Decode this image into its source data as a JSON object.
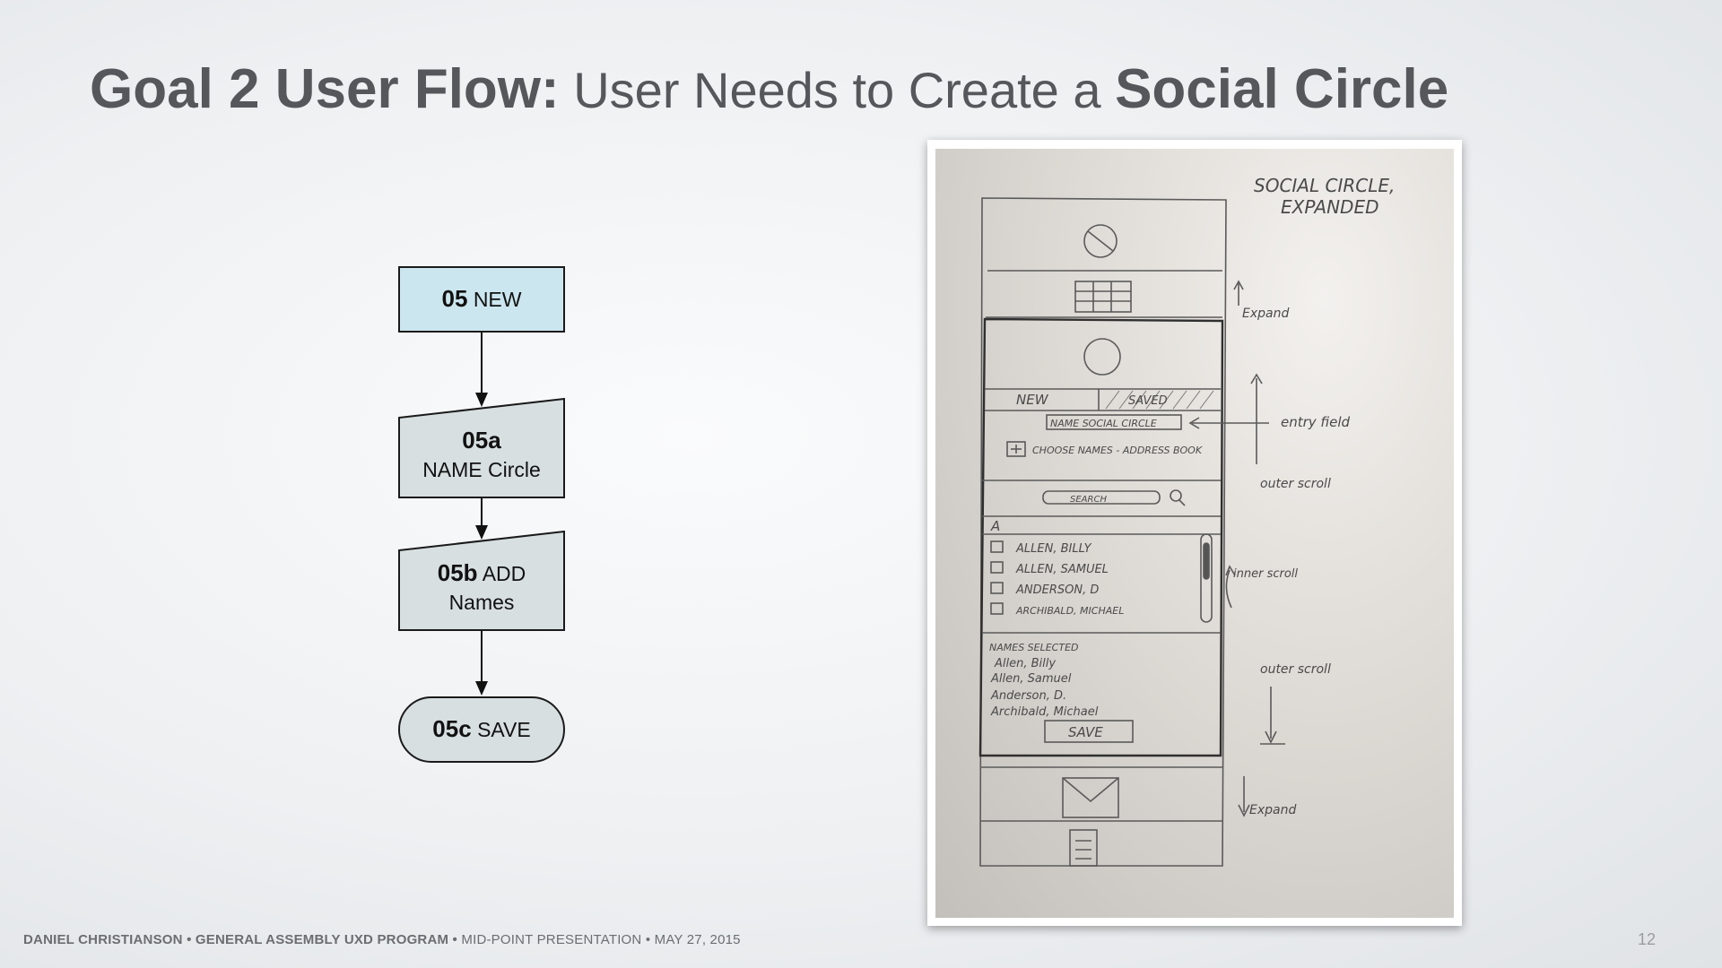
{
  "title": {
    "strong": "Goal 2 User Flow:",
    "light": " User Needs to Create a ",
    "emph": "Social Circle"
  },
  "flow": {
    "nodes": [
      {
        "code": "05",
        "text": "NEW"
      },
      {
        "code": "05a",
        "text": "NAME Circle"
      },
      {
        "code": "05b",
        "text": "ADD"
      },
      {
        "code": "05c",
        "text": "SAVE"
      }
    ],
    "node_b_line2": "Names"
  },
  "sketch": {
    "heading_line1": "SOCIAL CIRCLE,",
    "heading_line2": "EXPANDED",
    "tab_new": "NEW",
    "tab_saved": "SAVED",
    "name_field": "NAME SOCIAL CIRCLE",
    "choose_names": "CHOOSE NAMES - ADDRESS BOOK",
    "search": "SEARCH",
    "letter": "A",
    "contacts": [
      "ALLEN, BILLY",
      "ALLEN, SAMUEL",
      "ANDERSON, D",
      "ARCHIBALD, MICHAEL"
    ],
    "selected_header": "NAMES SELECTED",
    "selected": [
      "Allen, Billy",
      "Allen, Samuel",
      "Anderson, D.",
      "Archibald, Michael"
    ],
    "save": "SAVE",
    "notes": {
      "expand_top": "Expand",
      "entry_field": "entry field",
      "outer_scroll_1": "outer scroll",
      "inner_scroll": "inner scroll",
      "outer_scroll_2": "outer scroll",
      "expand_bottom": "Expand"
    }
  },
  "footer": {
    "bold": "DANIEL CHRISTIANSON • GENERAL ASSEMBLY UXD PROGRAM •",
    "rest": " MID-POINT PRESENTATION • MAY 27, 2015"
  },
  "page_number": "12"
}
